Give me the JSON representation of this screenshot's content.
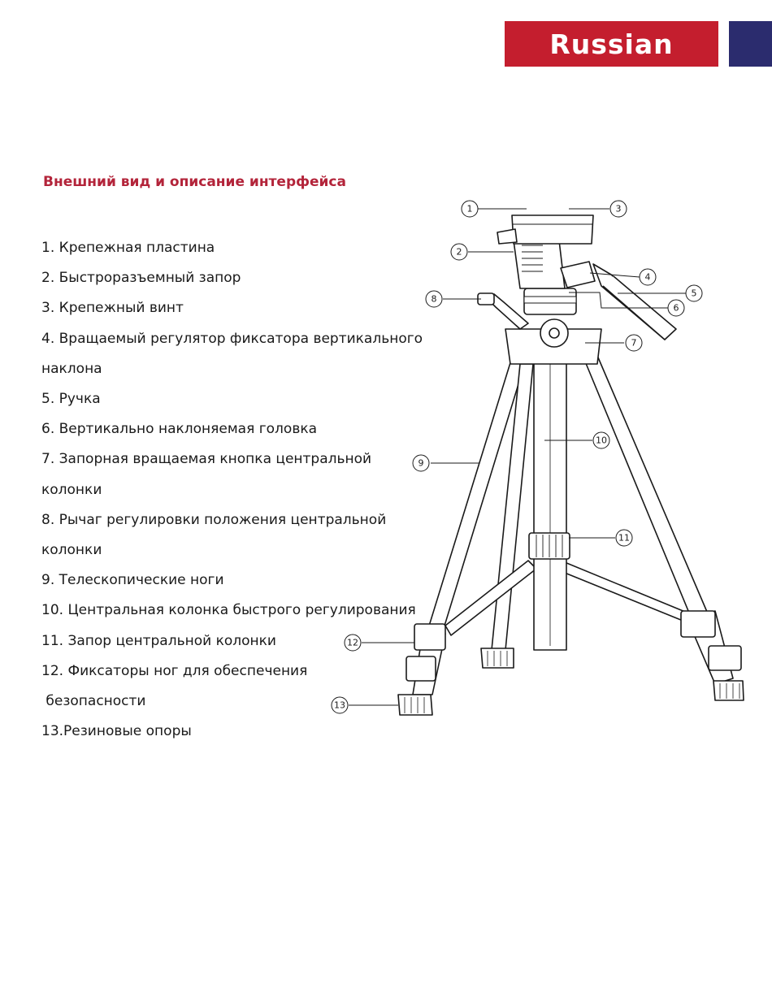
{
  "header": {
    "language_label": "Russian",
    "accent_color": "#c41e2e",
    "tab_color": "#2b2c6e"
  },
  "section": {
    "heading": "Внешний вид и описание интерфейса",
    "heading_color": "#b3243a"
  },
  "parts": [
    {
      "line": "1. Крепежная пластина"
    },
    {
      "line": "2. Быстроразъемный запор"
    },
    {
      "line": "3. Крепежный винт"
    },
    {
      "line": "4. Вращаемый регулятор фиксатора вертикального",
      "cont": "наклона"
    },
    {
      "line": "5. Ручка"
    },
    {
      "line": "6. Вертикально наклоняемая головка"
    },
    {
      "line": "7. Запорная вращаемая кнопка центральной",
      "cont": "колонки"
    },
    {
      "line": "8. Рычаг регулировки положения центральной",
      "cont": "колонки"
    },
    {
      "line": "9. Телескопические ноги"
    },
    {
      "line": "10. Центральная колонка быстрого регулирования"
    },
    {
      "line": "11. Запор центральной колонки"
    },
    {
      "line": "12. Фиксаторы ног для обеспечения",
      "cont": " безопасности"
    },
    {
      "line": "13.Резиновые опоры"
    }
  ],
  "figure": {
    "callouts": [
      "1",
      "2",
      "3",
      "4",
      "5",
      "6",
      "7",
      "8",
      "9",
      "10",
      "11",
      "12",
      "13"
    ]
  }
}
